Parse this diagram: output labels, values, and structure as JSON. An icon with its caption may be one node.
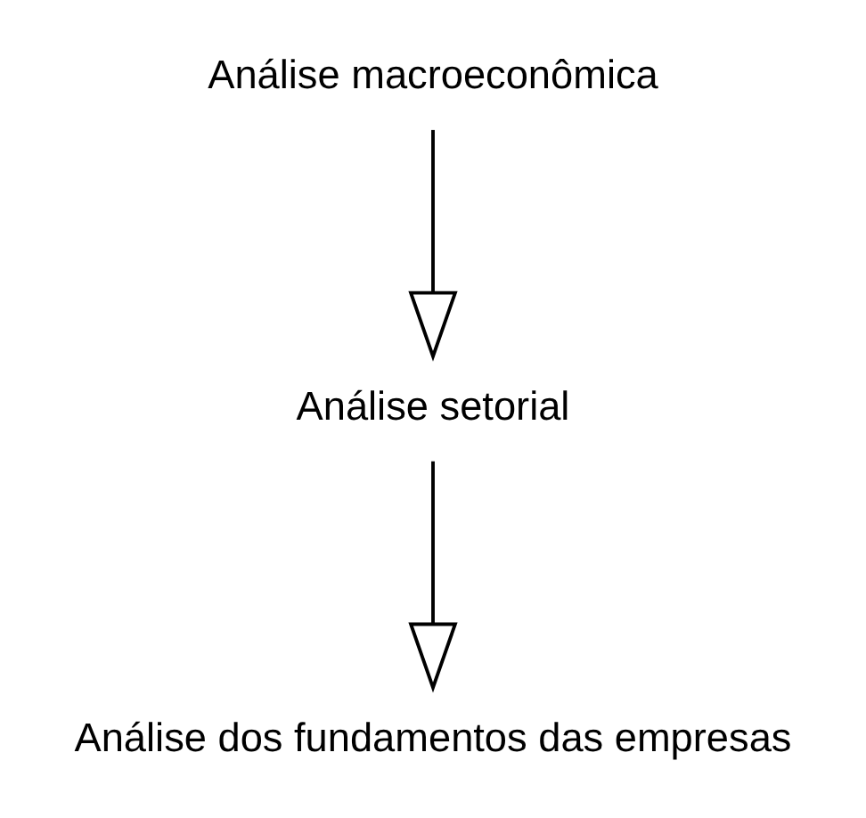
{
  "diagram": {
    "nodes": [
      {
        "text": [
          "Análise macroeconômica"
        ]
      },
      {
        "text": [
          "Análise setorial"
        ]
      },
      {
        "text": [
          "Análise dos fundamentos das empresas"
        ]
      }
    ],
    "edges": [
      {
        "from": 0,
        "to": 1,
        "arrow": "to"
      },
      {
        "from": 1,
        "to": 2,
        "arrow": "to"
      }
    ]
  }
}
